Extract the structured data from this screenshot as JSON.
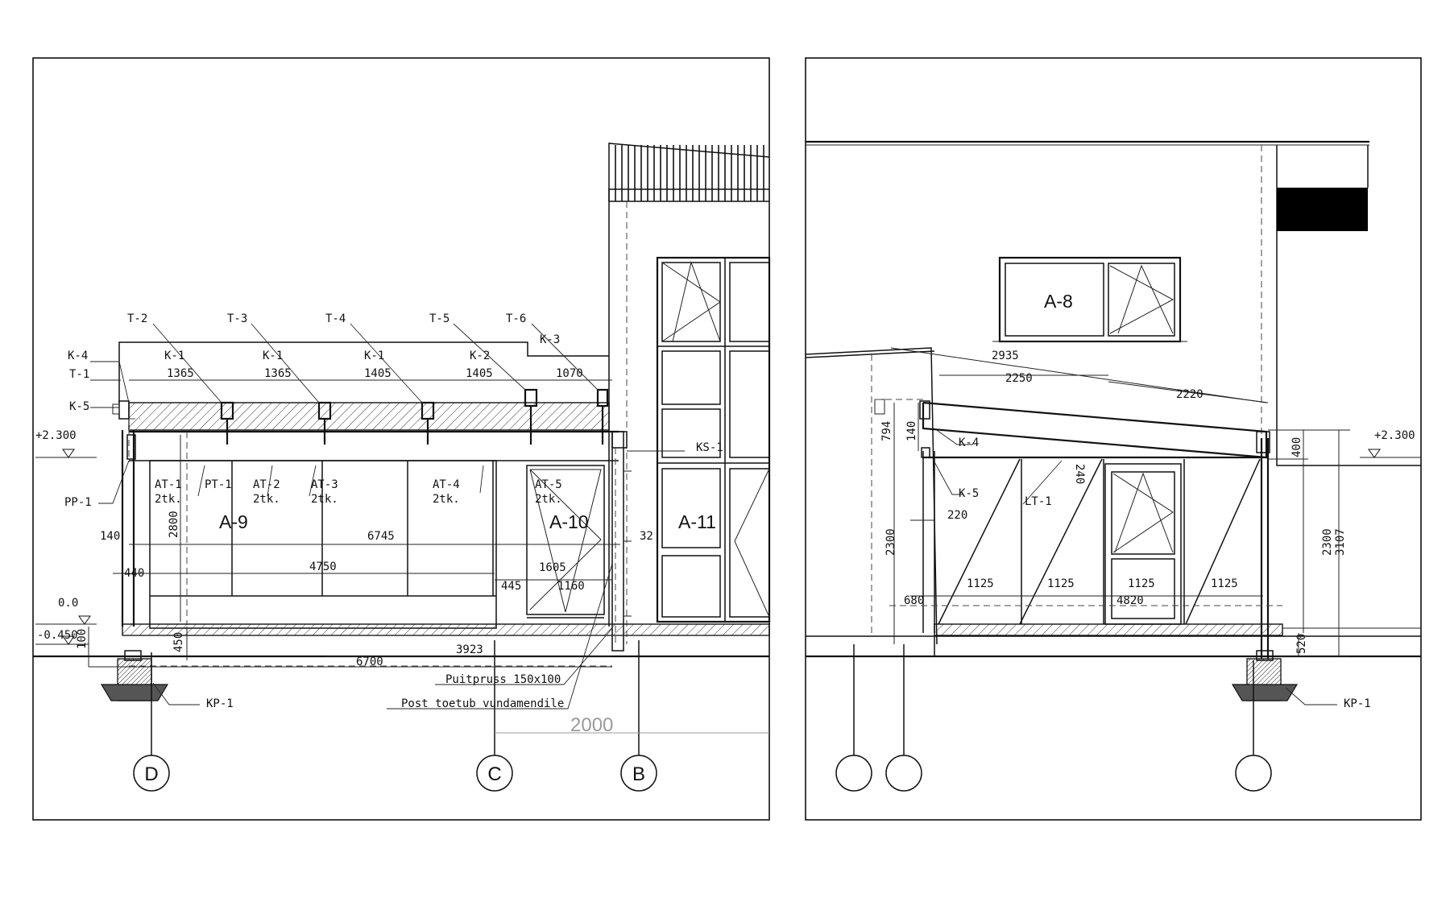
{
  "left": {
    "beam_tags": [
      "T-2",
      "T-3",
      "T-4",
      "T-5",
      "T-6"
    ],
    "purlin_tags": [
      "K-1",
      "K-1",
      "K-1",
      "K-2",
      "K-3"
    ],
    "purlin_spacings": [
      "1365",
      "1365",
      "1405",
      "1405",
      "1070"
    ],
    "side_tags": {
      "k4": "K-4",
      "t1": "T-1",
      "k5": "K-5",
      "pp1": "PP-1",
      "ks1": "KS-1",
      "kp1": "KP-1"
    },
    "levels": {
      "top": "+2.300",
      "zero": "0.0",
      "ground": "-0.450"
    },
    "glass_panes": [
      {
        "tag": "AT-1",
        "qty": "2tk."
      },
      {
        "tag": "PT-1",
        "qty": ""
      },
      {
        "tag": "AT-2",
        "qty": "2tk."
      },
      {
        "tag": "AT-3",
        "qty": "2tk."
      },
      {
        "tag": "AT-4",
        "qty": "2tk."
      },
      {
        "tag": "AT-5",
        "qty": "2tk."
      }
    ],
    "openings": {
      "a9": "A-9",
      "a10": "A-10",
      "a11": "A-11"
    },
    "dims": {
      "d140": "140",
      "d2800": "2800",
      "d6745": "6745",
      "d32": "32",
      "d440": "440",
      "d4750": "4750",
      "d1605": "1605",
      "d445": "445",
      "d1160": "1160",
      "d100": "100",
      "d450": "450",
      "d3923": "3923",
      "d6700": "6700"
    },
    "notes": {
      "post": "Puitpruss 150x100",
      "foundation": "Post toetub vundamendile"
    },
    "ghost_dim": "2000",
    "axes": [
      "D",
      "C",
      "B"
    ]
  },
  "right": {
    "window": "A-8",
    "dims": {
      "d2935": "2935",
      "d2250": "2250",
      "d2220": "2220",
      "d794": "794",
      "d140": "140",
      "d240": "240",
      "d220": "220",
      "d2300": "2300",
      "d400": "400",
      "d2300b": "2300",
      "d3107": "3107",
      "d680": "680",
      "d1125a": "1125",
      "d1125b": "1125",
      "d1125c": "1125",
      "d1125d": "1125",
      "d4820": "4820",
      "d520": "520"
    },
    "tags": {
      "k4": "K-4",
      "k5": "K-5",
      "lt1": "LT-1",
      "kp1": "KP-1"
    },
    "level": "+2.300"
  },
  "colors": {
    "ink": "#111111",
    "paper": "#ffffff",
    "ghost": "#9a9a9a"
  }
}
